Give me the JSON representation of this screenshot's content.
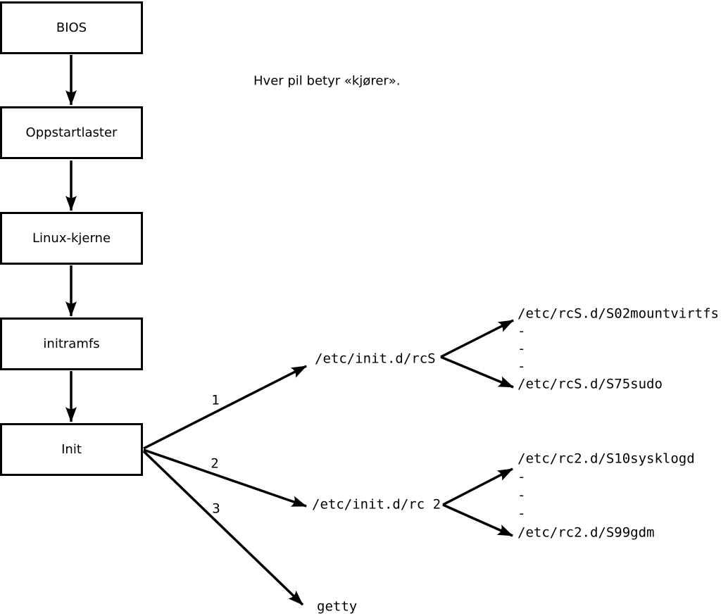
{
  "diagram": {
    "note": "Hver pil betyr «kjører».",
    "flow": [
      {
        "label": "BIOS"
      },
      {
        "label": "Oppstartlaster"
      },
      {
        "label": "Linux-kjerne"
      },
      {
        "label": "initramfs"
      },
      {
        "label": "Init"
      }
    ],
    "branches": [
      {
        "number": "1",
        "target": "/etc/init.d/rcS",
        "children": [
          "/etc/rcS.d/S02mountvirtfs",
          "-",
          "-",
          "-",
          "/etc/rcS.d/S75sudo"
        ]
      },
      {
        "number": "2",
        "target": "/etc/init.d/rc 2",
        "children": [
          "/etc/rc2.d/S10sysklogd",
          "-",
          "-",
          "-",
          "/etc/rc2.d/S99gdm"
        ]
      },
      {
        "number": "3",
        "target": "getty",
        "children": []
      }
    ],
    "colors": {
      "line": "#000000",
      "background": "#ffffff",
      "box_fill": "#ffffff",
      "text": "#000000"
    }
  }
}
